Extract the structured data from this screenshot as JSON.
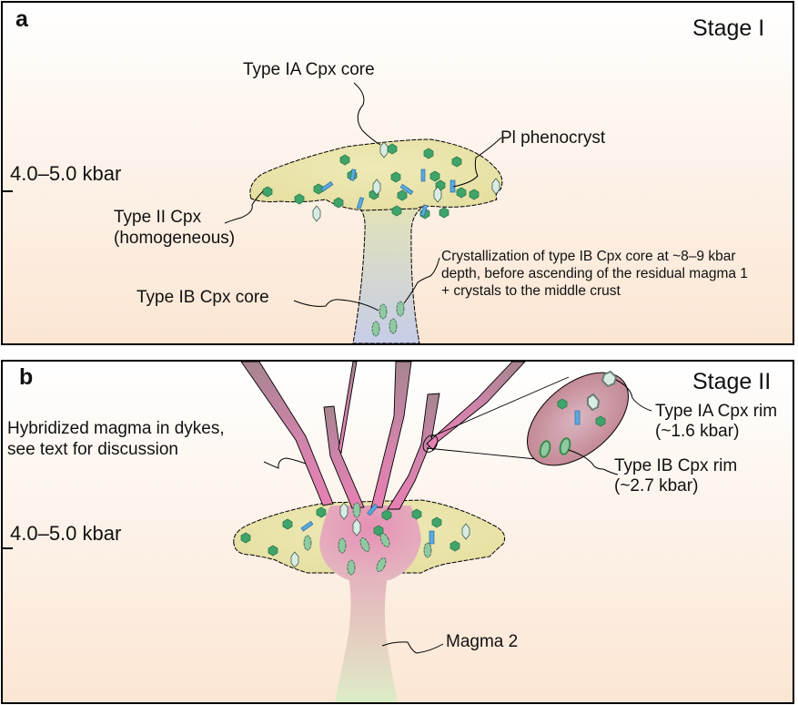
{
  "figure": {
    "panels": [
      {
        "id": "a",
        "letter": "a",
        "stage": "Stage I",
        "pressure_label": "4.0–5.0 kbar",
        "labels": {
          "type_ia_core": "Type IA Cpx core",
          "pl_phenocryst": "Pl phenocryst",
          "type_ii_line1": "Type II Cpx",
          "type_ii_line2": "(homogeneous)",
          "type_ib_core": "Type IB Cpx core",
          "crystallization_line1": "Crystallization of type IB Cpx core at ~8–9 kbar",
          "crystallization_line2": "depth, before ascending of the residual magma 1",
          "crystallization_line3": "+ crystals to the middle crust"
        }
      },
      {
        "id": "b",
        "letter": "b",
        "stage": "Stage II",
        "pressure_label": "4.0–5.0 kbar",
        "labels": {
          "hybridized_line1": "Hybridized magma in dykes,",
          "hybridized_line2": "see text for discussion",
          "type_ia_rim_line1": "Type IA Cpx rim",
          "type_ia_rim_line2": "(~1.6 kbar)",
          "type_ib_rim_line1": "Type IB Cpx rim",
          "type_ib_rim_line2": "(~2.7 kbar)",
          "magma2": "Magma 2"
        }
      }
    ],
    "colors": {
      "chamber_fill": "#e9e4a8",
      "type_ii_cpx": "#3fa46a",
      "type_ia_cpx": "#d8ece4",
      "type_ib_cpx": "#8fc9a2",
      "plagioclase": "#5aa8e0",
      "hybrid_magma": "#e27fae",
      "dyke_top": "#a88490",
      "conduit_a_bottom": "#c7cde8",
      "conduit_b_bottom": "#dcecc8"
    }
  }
}
